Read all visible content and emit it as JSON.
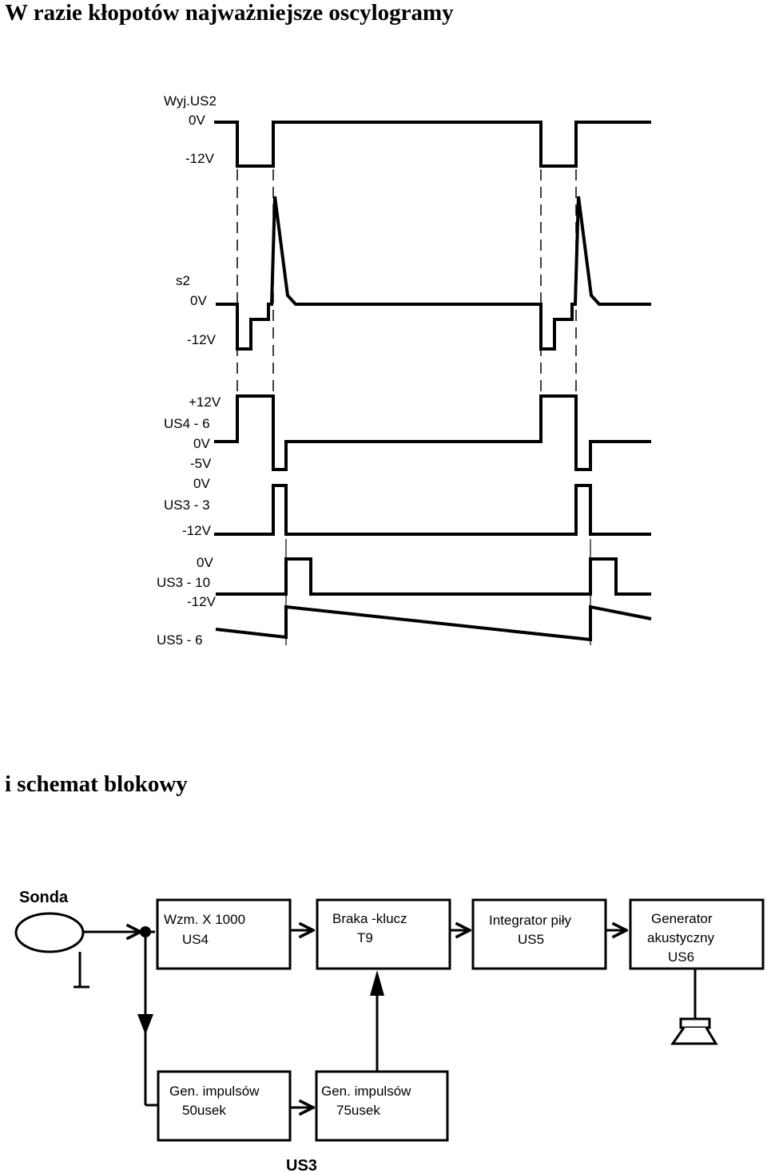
{
  "headings": {
    "oscillograms": "W razie kłopotów najważniejsze oscylogramy",
    "block_diagram": "i schemat blokowy"
  },
  "oscillogram_labels": {
    "wyj_us2": "Wyj.US2",
    "wyj_0v": "0V",
    "wyj_m12v": "-12V",
    "s2": "s2",
    "s2_0v": "0V",
    "s2_m12v": "-12V",
    "us46_p12v": "+12V",
    "us46": "US4 - 6",
    "us46_0v": "0V",
    "us46_m5v": "-5V",
    "us33_0v": "0V",
    "us33": "US3 - 3",
    "us33_m12v": "-12V",
    "us310_0v": "0V",
    "us310": "US3 - 10",
    "us310_m12v": "-12V",
    "us56": "US5 - 6"
  },
  "blocks": {
    "sonda": "Sonda",
    "wzm": [
      "Wzm. X 1000",
      "US4"
    ],
    "braka": [
      "Braka -klucz",
      "T9"
    ],
    "integrator": [
      "Integrator piły",
      "US5"
    ],
    "generator": [
      "Generator",
      "akustyczny",
      "US6"
    ],
    "gen50": [
      "Gen. impulsów",
      "50usek"
    ],
    "gen75": [
      "Gen. impulsów",
      "75usek"
    ],
    "us3": "US3"
  }
}
